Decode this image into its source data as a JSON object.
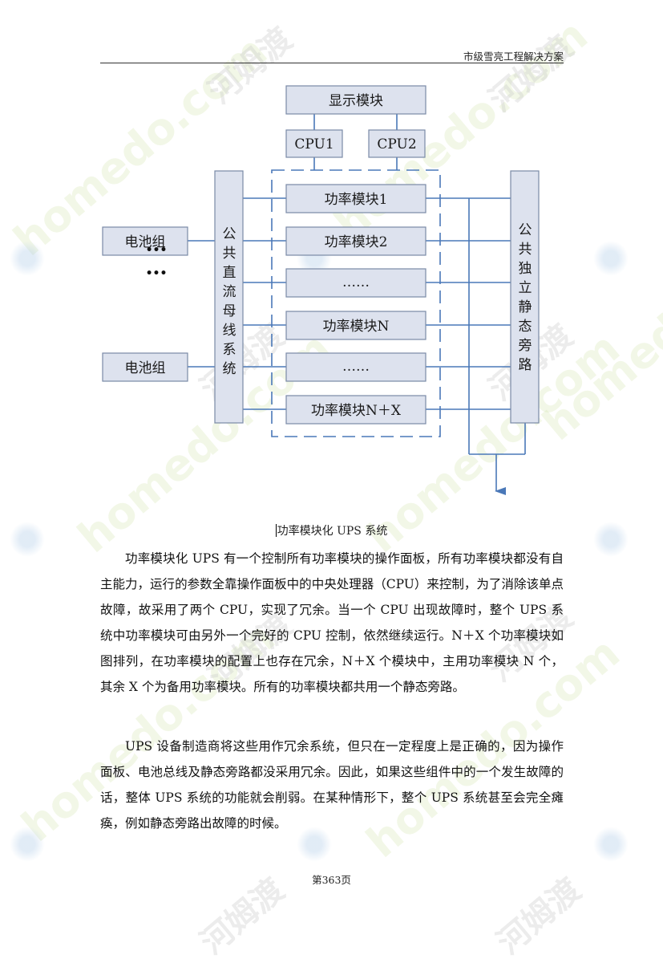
{
  "header": {
    "title": "市级雪亮工程解决方案"
  },
  "diagram": {
    "display_module": "显示模块",
    "cpu1": "CPU1",
    "cpu2": "CPU2",
    "power_modules": [
      "功率模块1",
      "功率模块2",
      "……",
      "功率模块N",
      "……",
      "功率模块N＋X"
    ],
    "battery_groups": [
      "电池组",
      "电池组"
    ],
    "battery_ellipsis": "•••",
    "dc_bus_label": "公共直流母线系统",
    "bypass_label": "公共独立静态旁路",
    "colors": {
      "box_fill": "#dde2ee",
      "box_stroke": "#7a8aa6",
      "line": "#4a78b8"
    }
  },
  "caption": "功率模块化 UPS 系统",
  "paragraphs": [
    "功率模块化 UPS 有一个控制所有功率模块的操作面板，所有功率模块都没有自主能力，运行的参数全靠操作面板中的中央处理器（CPU）来控制，为了消除该单点故障，故采用了两个 CPU，实现了冗余。当一个 CPU 出现故障时，整个 UPS 系统中功率模块可由另外一个完好的 CPU 控制，依然继续运行。N＋X 个功率模块如图排列，在功率模块的配置上也存在冗余，N＋X 个模块中，主用功率模块 N 个，其余 X 个为备用功率模块。所有的功率模块都共用一个静态旁路。",
    "UPS 设备制造商将这些用作冗余系统，但只在一定程度上是正确的，因为操作面板、电池总线及静态旁路都没采用冗余。因此，如果这些组件中的一个发生故障的话，整体 UPS 系统的功能就会削弱。在某种情形下，整个 UPS 系统甚至会完全瘫痪，例如静态旁路出故障的时候。"
  ],
  "footer": {
    "page": "第363页"
  },
  "watermark": {
    "latin": "homedo.com",
    "chinese": "河姆渡"
  }
}
